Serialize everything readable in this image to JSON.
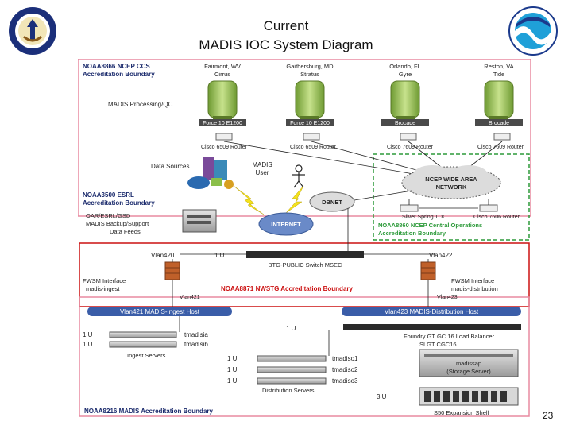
{
  "slide": {
    "title_line1": "Current",
    "title_line2": "MADIS IOC System Diagram",
    "page_number": "23",
    "logos": [
      "doc-seal",
      "noaa-logo"
    ]
  },
  "ccs": {
    "boundary_line1": "NOAA8866 NCEP CCS",
    "boundary_line2": "Accreditation Boundary",
    "processing_label": "MADIS Processing/QC",
    "sites": [
      {
        "loc": "Fairmont, WV",
        "host": "Cirrus",
        "switch": "Force 10 E1200",
        "router": "Cisco 6509 Router"
      },
      {
        "loc": "Gaithersburg, MD",
        "host": "Stratus",
        "switch": "Force 10 E1200",
        "router": "Cisco 6509 Router"
      },
      {
        "loc": "Orlando, FL",
        "host": "Gyre",
        "switch": "Brocade",
        "router": "Cisco 7609 Router"
      },
      {
        "loc": "Reston, VA",
        "host": "Tide",
        "switch": "Brocade",
        "router": "Cisco 7609 Router"
      }
    ]
  },
  "esrl": {
    "data_sources": "Data Sources",
    "boundary_line1": "NOAA3500 ESRL",
    "boundary_line2": "Accreditation Boundary",
    "backup_line1": "OAR/ESRL/GSD",
    "backup_line2": "MADIS Backup/Support",
    "backup_line3": "Data Feeds"
  },
  "network": {
    "user_line1": "MADIS",
    "user_line2": "User",
    "wan_line1": "NCEP WIDE AREA",
    "wan_line2": "NETWORK",
    "dbnet": "DBNET",
    "internet": "INTERNET",
    "silver_spring": "Silver Spring TOC",
    "cisco_7606": "Cisco 7606 Router",
    "nco_line1": "NOAA8860 NCEP Central Operations",
    "nco_line2": "Accreditation Boundary"
  },
  "nwstg": {
    "vlan420": "Vlan420",
    "one_u": "1 U",
    "switch_label": "BTG-PUBLIC Switch MSEC",
    "vlan422": "Vlan422",
    "fwsm_left_line1": "FWSM Interface",
    "fwsm_left_line2": "madis-ingest",
    "fwsm_right_line1": "FWSM Interface",
    "fwsm_right_line2": "madis-distribution",
    "boundary": "NOAA8871 NWSTG Accreditation Boundary",
    "vlan421": "Vlan421",
    "vlan423": "Vlan423"
  },
  "madis": {
    "ingest_host": "Vlan421 MADIS-Ingest Host",
    "dist_host": "Vlan423 MADIS-Distribution Host",
    "ingest_rows": [
      {
        "u": "1 U",
        "name": "tmadisia"
      },
      {
        "u": "1 U",
        "name": "tmadisib"
      }
    ],
    "ingest_servers": "Ingest Servers",
    "mid_1u": "1 U",
    "lb_line1": "Foundry GT GC 16 Load Balancer",
    "lb_line2": "SLGT CGC16",
    "dist_rows": [
      {
        "u": "1 U",
        "name": "tmadiso1"
      },
      {
        "u": "1 U",
        "name": "tmadiso2"
      },
      {
        "u": "1 U",
        "name": "tmadiso3"
      }
    ],
    "dist_servers": "Distribution Servers",
    "three_u": "3 U",
    "san_line1": "madissap",
    "san_line2": "(Storage Server)",
    "shelf": "S50 Expansion Shelf",
    "boundary": "NOAA8216 MADIS Accreditation Boundary"
  },
  "colors": {
    "boundary_navy": "#1a2a6c",
    "nwstg_red": "#cc1111",
    "madis_pink": "#e88aa0",
    "nco_green": "#2d9a3a",
    "host_bar": "#3a5da8",
    "server_green": "#8bbf4a",
    "lightning": "#f4e21c",
    "firewall": "#c0602a"
  }
}
